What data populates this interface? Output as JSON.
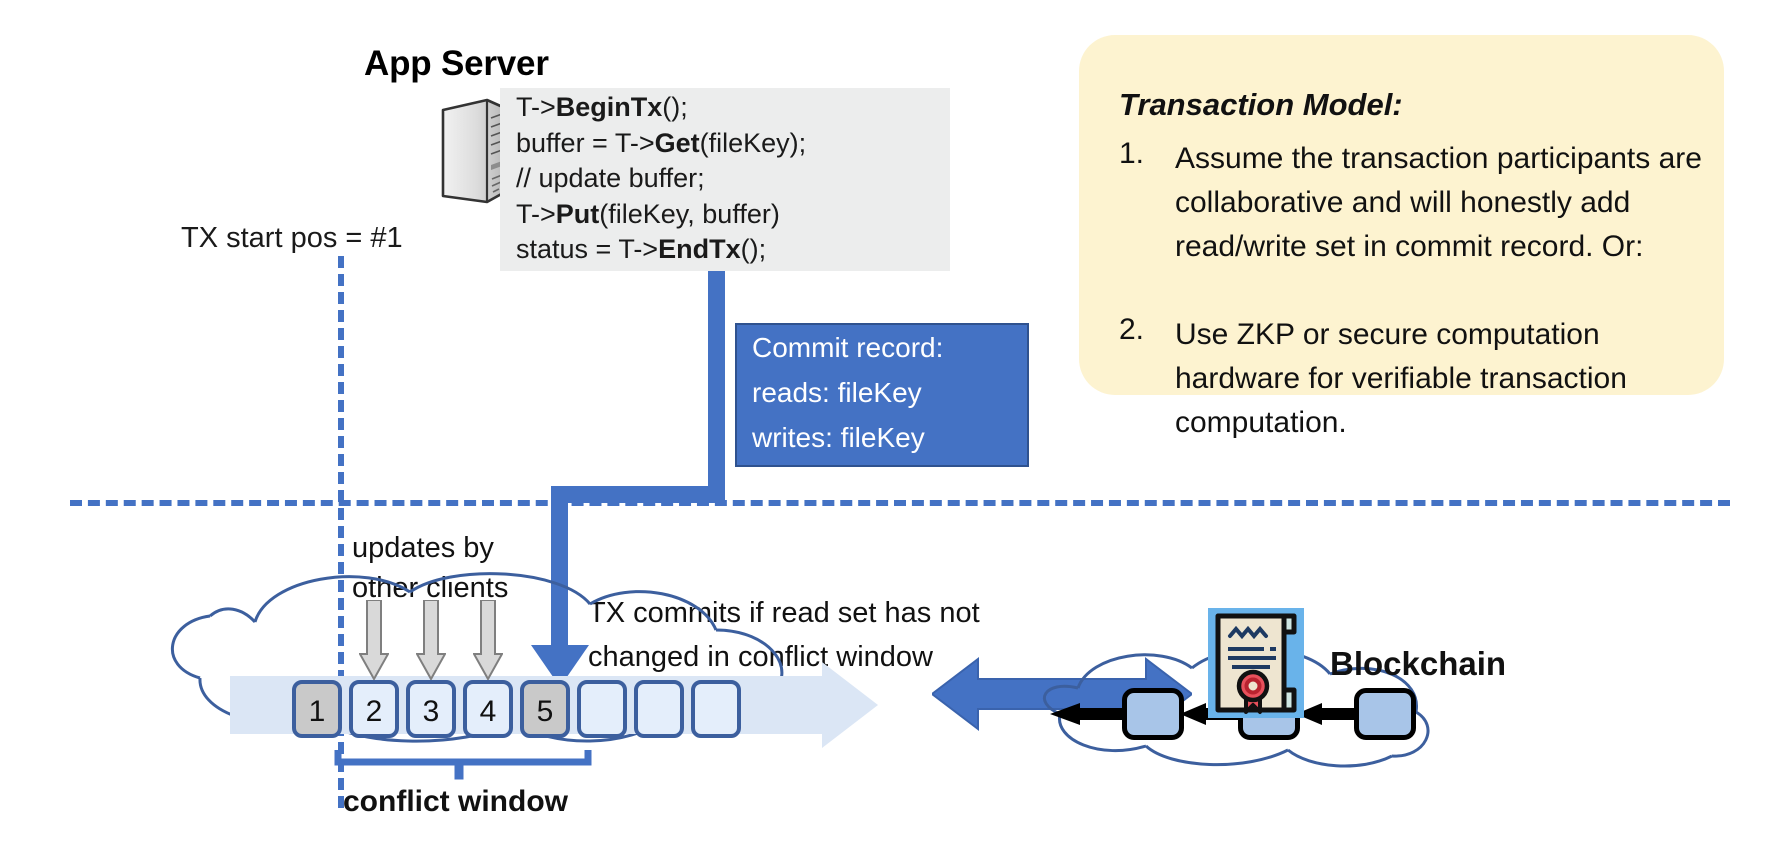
{
  "app_server": {
    "title": "App Server",
    "icon": "server-tower-icon",
    "code_lines": [
      {
        "pre": "T->",
        "bold": "BeginTx",
        "post": "();"
      },
      {
        "pre": "buffer = T->",
        "bold": "Get",
        "post": "(fileKey);"
      },
      {
        "pre": "// update buffer;",
        "bold": "",
        "post": ""
      },
      {
        "pre": "T->",
        "bold": "Put",
        "post": "(fileKey, buffer)"
      },
      {
        "pre": "status = T->",
        "bold": "EndTx",
        "post": "();"
      }
    ]
  },
  "tx_start": {
    "label": "TX start pos = #1"
  },
  "commit_record": {
    "title": "Commit record:",
    "reads": "reads: fileKey",
    "writes": "writes: fileKey"
  },
  "transaction_model": {
    "title": "Transaction Model:",
    "items": [
      {
        "num": "1.",
        "text": "Assume the transaction participants are collaborative and will honestly add read/write set in commit record.  Or:"
      },
      {
        "num": "2.",
        "text": "Use ZKP or secure computation hardware for verifiable transaction computation."
      }
    ]
  },
  "log": {
    "updates_label_line1": "updates by",
    "updates_label_line2": "other clients",
    "commit_label_line1": "TX commits if read set has not",
    "commit_label_line2": "changed in conflict window",
    "blocks": [
      {
        "label": "1",
        "filled": true
      },
      {
        "label": "2",
        "filled": false
      },
      {
        "label": "3",
        "filled": false
      },
      {
        "label": "4",
        "filled": false
      },
      {
        "label": "5",
        "filled": true
      },
      {
        "label": "",
        "filled": false
      },
      {
        "label": "",
        "filled": false
      },
      {
        "label": "",
        "filled": false
      }
    ],
    "conflict_window_label": "conflict window"
  },
  "blockchain": {
    "label": "Blockchain",
    "icon": "certificate-contract-icon",
    "blocks": [
      "block-1",
      "block-2",
      "block-3"
    ]
  },
  "colors": {
    "accent_blue": "#4472c4",
    "dark_blue": "#2f528f",
    "code_bg": "#eceded",
    "callout_bg": "#fdf3d0",
    "log_band": "#dbe6f5",
    "block_fill": "#e4eefb",
    "block_filled": "#c9c9c9",
    "cloud_stroke": "#3c5f9e",
    "cert_bg": "#69b3ea",
    "cert_paper": "#eee5d0",
    "cert_seal": "#e8505b"
  }
}
